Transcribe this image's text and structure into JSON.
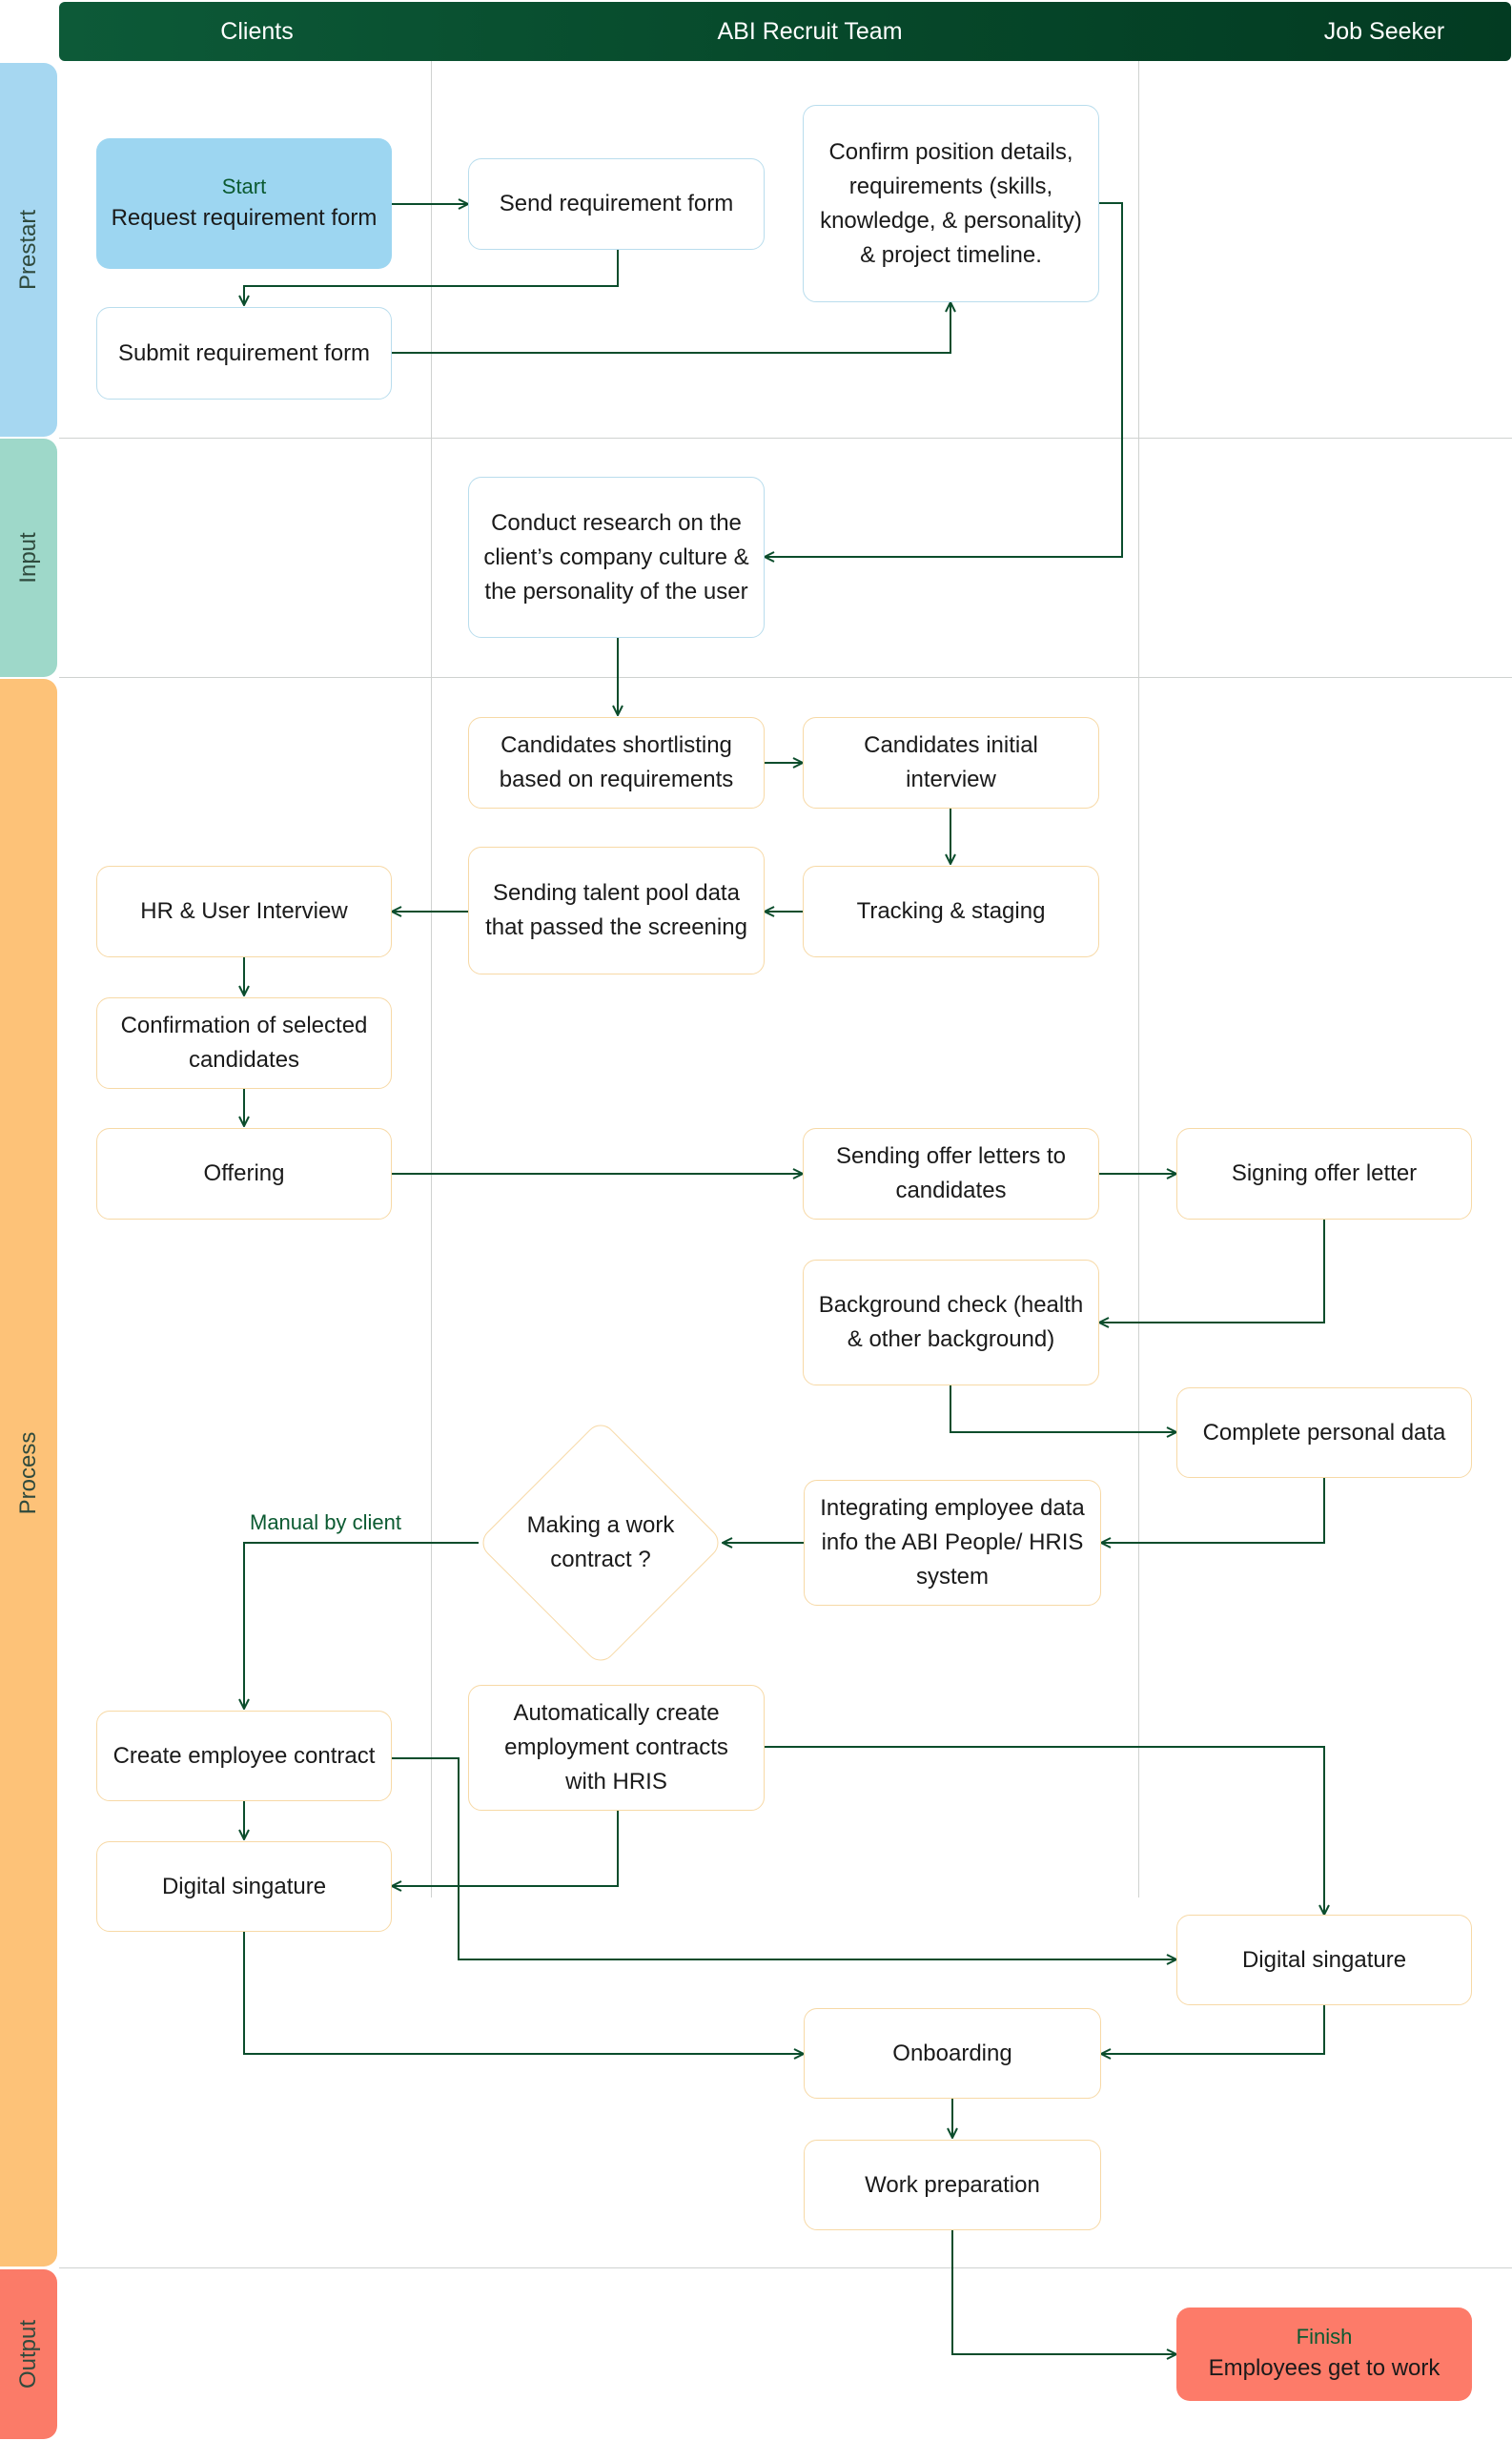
{
  "columns": {
    "clients": "Clients",
    "recruit_team": "ABI Recruit Team",
    "job_seeker": "Job Seeker"
  },
  "lanes": {
    "prestart": "Prestart",
    "input": "Input",
    "process": "Process",
    "output": "Output"
  },
  "colors": {
    "header": "#06482a",
    "prestart_lane": "#a6d7f1",
    "input_lane": "#9ed8c9",
    "process_lane": "#fdc278",
    "output_lane": "#fb7b68",
    "start_node": "#9dd6f1",
    "finish_node": "#fd7b69",
    "connector": "#0b4d2c"
  },
  "nodes": {
    "start": {
      "tag": "Start",
      "label": "Request requirement form"
    },
    "send_form": "Send requirement form",
    "confirm_details": "Confirm position details, requirements (skills, knowledge, & personality) & project timeline.",
    "submit_form": "Submit requirement form",
    "research": "Conduct research on the client’s company culture & the personality of the user",
    "shortlisting": "Candidates shortlisting based on requirements",
    "initial_interview": "Candidates initial interview",
    "tracking": "Tracking & staging",
    "talent_pool": "Sending talent pool data that passed the screening",
    "hr_interview": "HR & User Interview",
    "confirmation": "Confirmation of selected candidates",
    "offering": "Offering",
    "offer_letters": "Sending offer letters to candidates",
    "signing": "Signing offer letter",
    "background": "Background check (health & other background)",
    "personal_data": "Complete personal data",
    "integrating": "Integrating employee data info the ABI People/ HRIS system",
    "decision": "Making a work contract ?",
    "create_contract": "Create employee contract",
    "auto_contract": "Automatically create employment contracts with HRIS",
    "digital_sig_client": "Digital singature",
    "digital_sig_seeker": "Digital singature",
    "onboarding": "Onboarding",
    "work_prep": "Work preparation",
    "finish": {
      "tag": "Finish",
      "label": "Employees get to work"
    }
  },
  "edge_labels": {
    "manual": "Manual by client"
  }
}
